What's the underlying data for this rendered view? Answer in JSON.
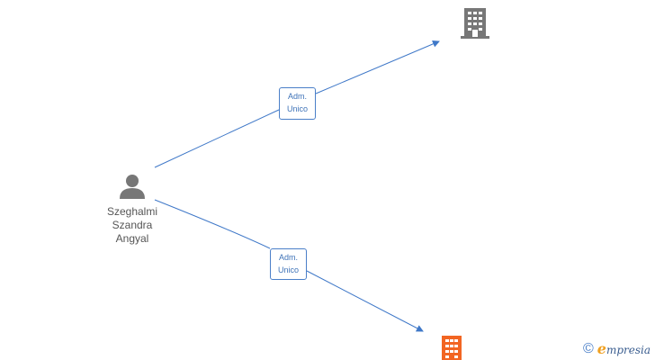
{
  "person": {
    "name_lines": [
      "Szeghalmi",
      "Szandra",
      "Angyal"
    ],
    "icon": "person-icon",
    "color": "#777777"
  },
  "companies": [
    {
      "icon": "building-icon",
      "color": "#777777"
    },
    {
      "icon": "building-icon",
      "color": "#f26522"
    }
  ],
  "edges": [
    {
      "label_lines": [
        "Adm.",
        "Unico"
      ],
      "from": "person",
      "to": "company-1"
    },
    {
      "label_lines": [
        "Adm.",
        "Unico"
      ],
      "from": "person",
      "to": "company-2"
    }
  ],
  "edge_color": "#3f78c8",
  "watermark": {
    "symbol": "©",
    "brand_initial": "e",
    "brand_rest": "mpresia",
    "colors": {
      "symbol": "#4a7fc8",
      "initial": "#f0a020",
      "text": "#3a5d8f"
    }
  }
}
